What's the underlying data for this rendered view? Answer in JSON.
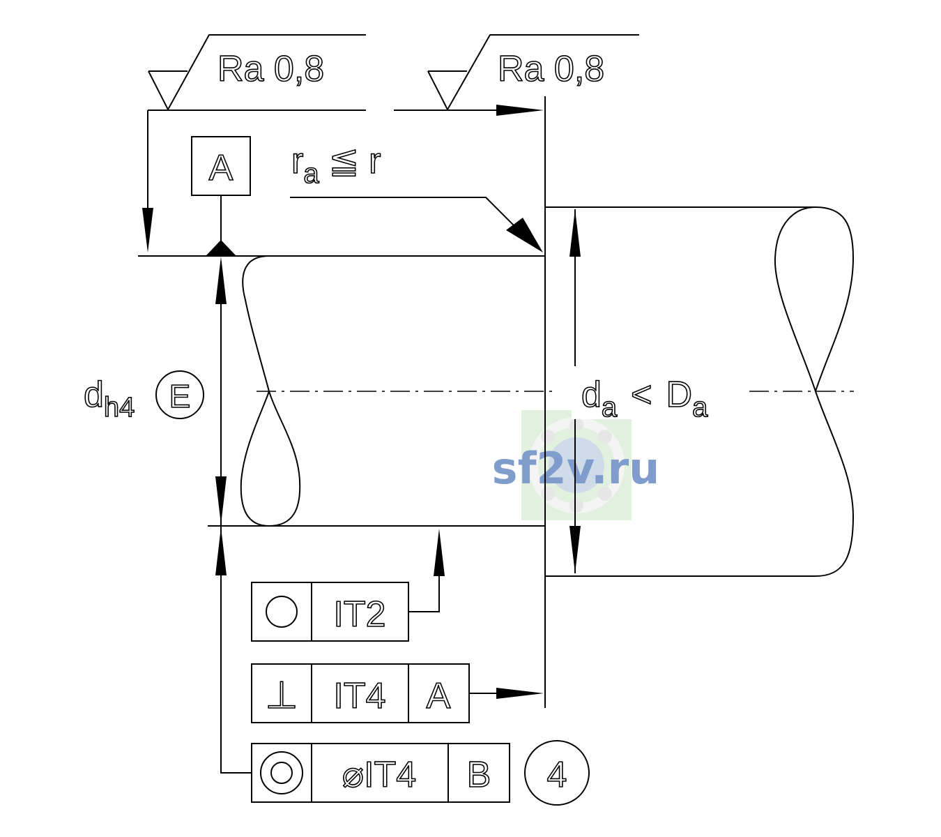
{
  "surface_finish": {
    "left_label": "Ra 0,8",
    "right_label": "Ra 0,8"
  },
  "datum": {
    "label": "A"
  },
  "radius_note": {
    "r": "r",
    "sub": "a",
    "relation": "≦",
    "rhs": "r"
  },
  "dim_left": {
    "main": "d",
    "sub": "h4",
    "envelope": "E"
  },
  "dim_right": {
    "lhs": "d",
    "lhs_sub": "a",
    "relation": "<",
    "rhs": "D",
    "rhs_sub": "a"
  },
  "fcf": {
    "roundness": {
      "symbol_name": "circularity-icon",
      "tolerance": "IT2"
    },
    "perpendicularity": {
      "symbol": "⊥",
      "tolerance": "IT4",
      "datum": "A"
    },
    "concentricity": {
      "symbol_name": "concentricity-icon",
      "tolerance": "⌀IT4",
      "datum": "B",
      "note": "4"
    }
  },
  "watermark": {
    "text": "sf2v.ru",
    "color": "#7f9ccd"
  }
}
